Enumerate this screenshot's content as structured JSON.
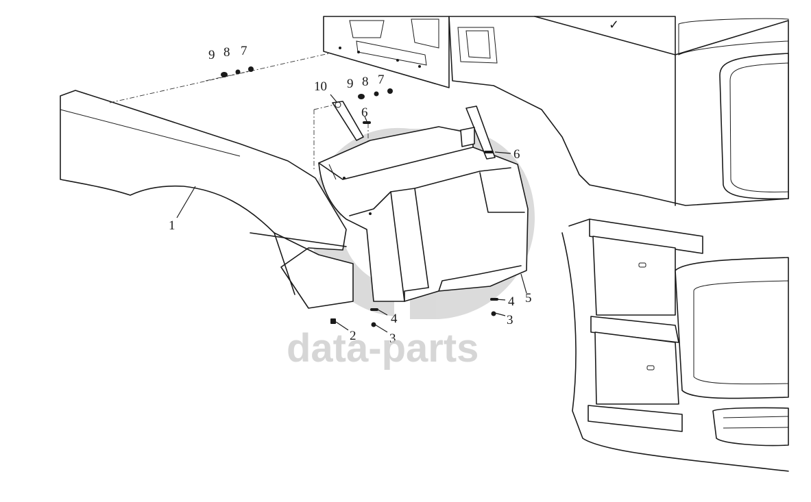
{
  "diagram": {
    "callouts": [
      {
        "id": "c1",
        "label": "1"
      },
      {
        "id": "c2",
        "label": "2"
      },
      {
        "id": "c3a",
        "label": "3"
      },
      {
        "id": "c3b",
        "label": "3"
      },
      {
        "id": "c4a",
        "label": "4"
      },
      {
        "id": "c4b",
        "label": "4"
      },
      {
        "id": "c5",
        "label": "5"
      },
      {
        "id": "c6a",
        "label": "6"
      },
      {
        "id": "c6b",
        "label": "6"
      },
      {
        "id": "c7a",
        "label": "7"
      },
      {
        "id": "c7b",
        "label": "7"
      },
      {
        "id": "c8a",
        "label": "8"
      },
      {
        "id": "c8b",
        "label": "8"
      },
      {
        "id": "c9a",
        "label": "9"
      },
      {
        "id": "c9b",
        "label": "9"
      },
      {
        "id": "c10",
        "label": "10"
      }
    ]
  },
  "watermark": {
    "text": "data-parts",
    "logo_icon": "gd-logo-icon",
    "color": "#cfcfcf"
  },
  "colors": {
    "line": "#1a1a1a",
    "background": "#ffffff"
  }
}
